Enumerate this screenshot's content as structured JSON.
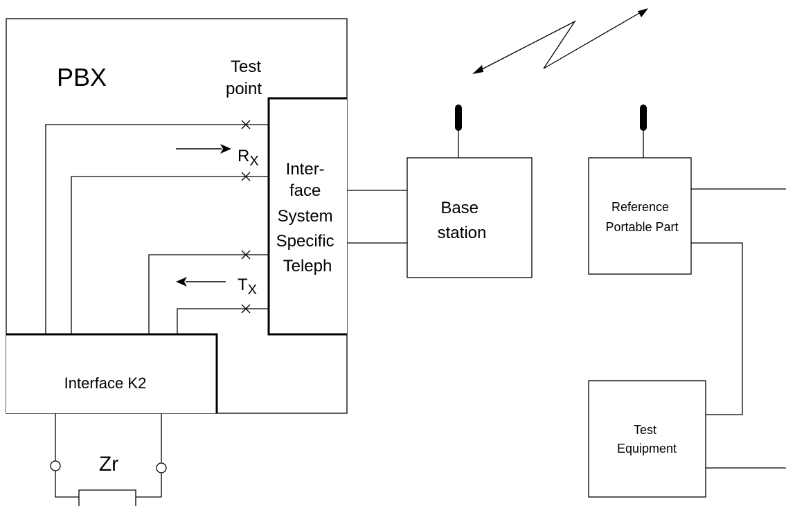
{
  "pbx": {
    "label": "PBX"
  },
  "test_point": {
    "line1": "Test",
    "line2": "point"
  },
  "rx": {
    "main": "R",
    "sub": "X"
  },
  "tx": {
    "main": "T",
    "sub": "X"
  },
  "system_interface": {
    "lines": [
      "Inter-",
      "face",
      "System",
      "Specific",
      "Teleph"
    ]
  },
  "interface_k2": {
    "label": "Interface K2"
  },
  "zr": {
    "label": "Zr"
  },
  "base_station": {
    "lines": [
      "Base",
      "station"
    ]
  },
  "reference_portable_part": {
    "lines": [
      "Reference",
      "Portable Part"
    ]
  },
  "test_equipment": {
    "lines": [
      "Test",
      "Equipment"
    ]
  }
}
